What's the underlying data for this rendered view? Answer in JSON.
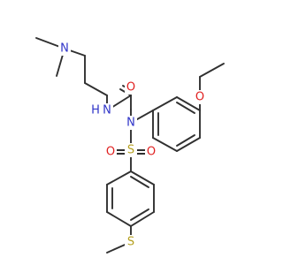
{
  "molecule": {
    "atoms": {
      "n_dimethyl": "N",
      "n_amide": "N",
      "h_amide": "H",
      "o_carbonyl": "O",
      "n_sulfonamide": "N",
      "o_ether": "O",
      "s_sulfonyl": "S",
      "o_sulfonyl_left": "O",
      "o_sulfonyl_right": "O",
      "s_thioether": "S"
    }
  }
}
